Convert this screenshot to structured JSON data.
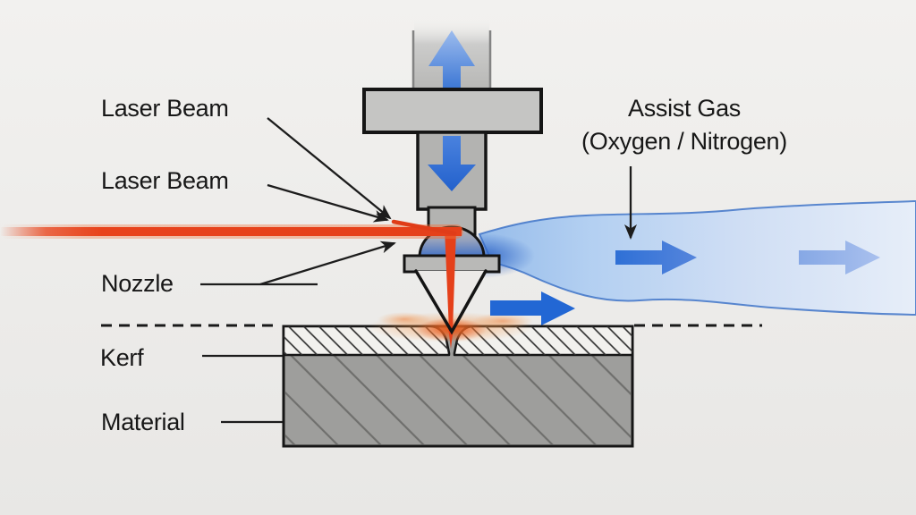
{
  "diagram": {
    "type": "laser-cutting-process-diagram",
    "labels": {
      "laser_beam_upper": "Laser Beam",
      "laser_beam_lower": "Laser Beam",
      "nozzle": "Nozzle",
      "kerf": "Kerf",
      "material": "Material",
      "assist_gas_line1": "Assist Gas",
      "assist_gas_line2": "(Oxygen / Nitrogen)"
    },
    "colors": {
      "background": "#edecea",
      "laser_beam_red": "#e8431c",
      "flame_orange": "#ef7a30",
      "assist_gas_fill": "#c9ddf6",
      "assist_gas_outline": "#3f74c8",
      "flow_arrow_strong": "#2267d4",
      "flow_arrow_medium": "#2f70d6",
      "flow_arrow_light": "#8aabe6",
      "machine_gray": "#b3b3b1",
      "material_gray": "#9e9e9c",
      "kerf_layer_fill": "#f2f1ee",
      "line_black": "#1c1c1c"
    },
    "icons": [
      "up-arrow-icon",
      "down-arrow-icon",
      "gas-flow-arrow-icon",
      "pointer-arrow-icon"
    ]
  }
}
